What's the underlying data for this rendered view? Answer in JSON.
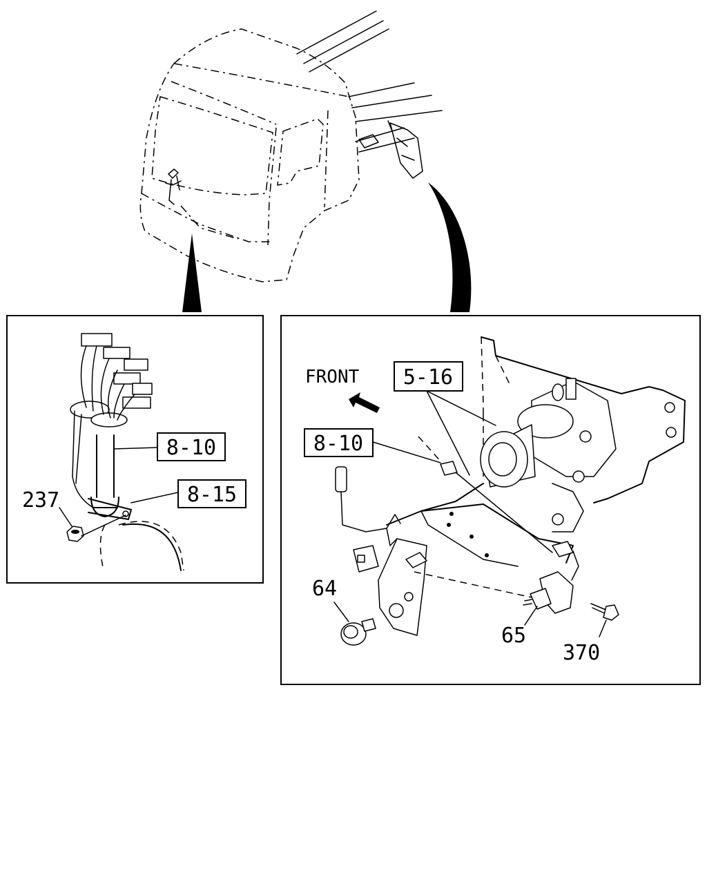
{
  "callouts": {
    "front": "FRONT",
    "ref_5_16": "5-16",
    "ref_8_10_left": "8-10",
    "ref_8_15": "8-15",
    "ref_8_10_right": "8-10",
    "part_237": "237",
    "part_64": "64",
    "part_65": "65",
    "part_370": "370"
  }
}
